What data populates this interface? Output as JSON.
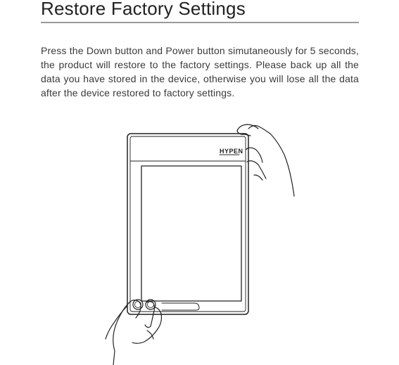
{
  "section": {
    "title": "Restore Factory Settings",
    "paragraph": "Press the Down button and Power button simutaneously for 5 seconds, the product will restore to the factory settings. Please back up all the data you have stored in the device, otherwise you will lose all the data after the device restored to factory settings."
  },
  "illustration": {
    "brand_logo": "HYPEN",
    "line_color": "#222222"
  }
}
